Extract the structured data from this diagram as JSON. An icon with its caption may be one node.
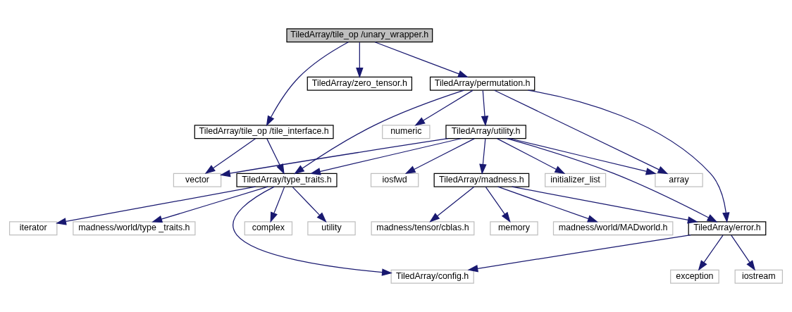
{
  "diagram": {
    "nodes": [
      {
        "text": [
          "TiledArray/tile_op /unary_wrapper.h"
        ]
      },
      {
        "text": [
          "TiledArray/permutation.h"
        ]
      },
      {
        "text": [
          "TiledArray/zero_tensor.h"
        ]
      },
      {
        "text": [
          "TiledArray/tile_op /tile_interface.h"
        ]
      },
      {
        "text": [
          "numeric"
        ]
      },
      {
        "text": [
          "TiledArray/utility.h"
        ]
      },
      {
        "text": [
          "vector"
        ]
      },
      {
        "text": [
          "TiledArray/type_traits.h"
        ]
      },
      {
        "text": [
          "initializer_list"
        ]
      },
      {
        "text": [
          "TiledArray/madness.h"
        ]
      },
      {
        "text": [
          "iosfwd"
        ]
      },
      {
        "text": [
          "array"
        ]
      },
      {
        "text": [
          "complex"
        ]
      },
      {
        "text": [
          "utility"
        ]
      },
      {
        "text": [
          "iterator"
        ]
      },
      {
        "text": [
          "madness/world/type _traits.h"
        ]
      },
      {
        "text": [
          "madness/tensor/cblas.h"
        ]
      },
      {
        "text": [
          "memory"
        ]
      },
      {
        "text": [
          "madness/world/MADworld.h"
        ]
      },
      {
        "text": [
          "TiledArray/error.h"
        ]
      },
      {
        "text": [
          "TiledArray/config.h"
        ]
      },
      {
        "text": [
          "iostream"
        ]
      },
      {
        "text": [
          "exception"
        ]
      }
    ],
    "edges": [
      {
        "from": 0,
        "to": 3,
        "arrow": "to"
      },
      {
        "from": 0,
        "to": 1,
        "arrow": "to"
      },
      {
        "from": 0,
        "to": 2,
        "arrow": "to"
      },
      {
        "from": 1,
        "to": 7,
        "arrow": "to"
      },
      {
        "from": 1,
        "to": 4,
        "arrow": "to"
      },
      {
        "from": 1,
        "to": 5,
        "arrow": "to"
      },
      {
        "from": 1,
        "to": 11,
        "arrow": "to"
      },
      {
        "from": 1,
        "to": 19,
        "arrow": "to"
      },
      {
        "from": 3,
        "to": 6,
        "arrow": "to"
      },
      {
        "from": 3,
        "to": 7,
        "arrow": "to"
      },
      {
        "from": 5,
        "to": 6,
        "arrow": "to"
      },
      {
        "from": 5,
        "to": 7,
        "arrow": "to"
      },
      {
        "from": 5,
        "to": 8,
        "arrow": "to"
      },
      {
        "from": 5,
        "to": 9,
        "arrow": "to"
      },
      {
        "from": 5,
        "to": 10,
        "arrow": "to"
      },
      {
        "from": 5,
        "to": 11,
        "arrow": "to"
      },
      {
        "from": 5,
        "to": 19,
        "arrow": "to"
      },
      {
        "from": 7,
        "to": 12,
        "arrow": "to"
      },
      {
        "from": 7,
        "to": 13,
        "arrow": "to"
      },
      {
        "from": 7,
        "to": 14,
        "arrow": "to"
      },
      {
        "from": 7,
        "to": 15,
        "arrow": "to"
      },
      {
        "from": 7,
        "to": 20,
        "arrow": "to"
      },
      {
        "from": 9,
        "to": 16,
        "arrow": "to"
      },
      {
        "from": 9,
        "to": 17,
        "arrow": "to"
      },
      {
        "from": 9,
        "to": 18,
        "arrow": "to"
      },
      {
        "from": 9,
        "to": 19,
        "arrow": "to"
      },
      {
        "from": 19,
        "to": 20,
        "arrow": "to"
      },
      {
        "from": 19,
        "to": 21,
        "arrow": "to"
      },
      {
        "from": 19,
        "to": 22,
        "arrow": "to"
      }
    ]
  }
}
